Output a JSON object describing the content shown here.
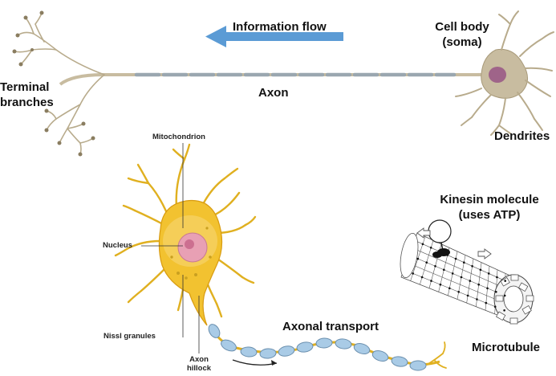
{
  "labels": {
    "information_flow": "Information flow",
    "cell_body_line1": "Cell body",
    "cell_body_line2": "(soma)",
    "terminal_line1": "Terminal",
    "terminal_line2": "branches",
    "axon": "Axon",
    "dendrites": "Dendrites",
    "axonal_transport": "Axonal transport",
    "kinesin_line1": "Kinesin molecule",
    "kinesin_line2": "(uses ATP)",
    "microtubule": "Microtubule"
  },
  "small_labels": {
    "mitochondrion": "Mitochondrion",
    "nucleus": "Nucleus",
    "nissl_granules": "Nissl granules",
    "axon_line1": "Axon",
    "axon_line2": "hillock"
  },
  "colors": {
    "arrow": "#5b9bd5",
    "neuron_top": "#c8bca0",
    "neuron_top_dark": "#8a7d60",
    "myelin": "#9aa7b0",
    "soma_nucleus": "#9a5a86",
    "cell_yellow": "#f2c230",
    "cell_yellow_dark": "#d89b10",
    "cell_nucleus": "#e8a0b4",
    "sheath_blue": "#a9cbe6",
    "sheath_outline": "#6a8fae"
  },
  "icons": {
    "flow_arrow": "left-arrow-icon",
    "transport_arrow": "right-arrow-icon"
  }
}
